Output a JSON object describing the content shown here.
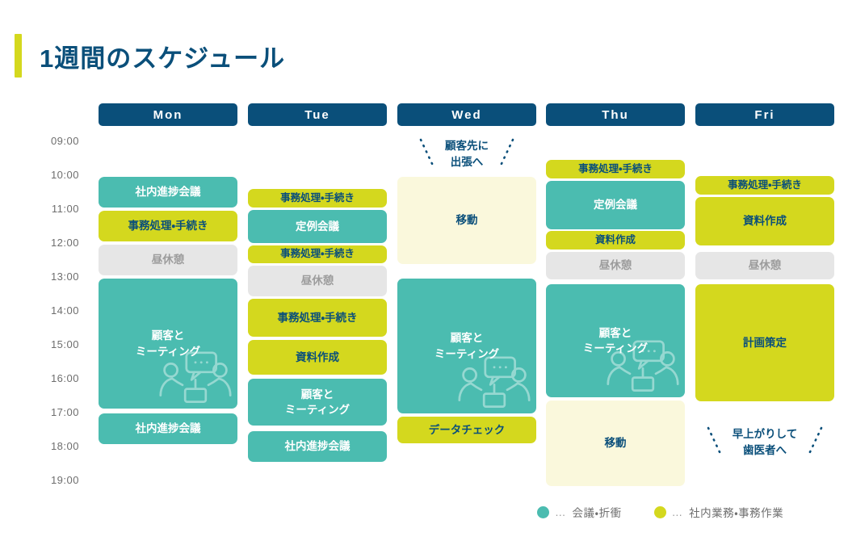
{
  "header": {
    "title": "1週間のスケジュール",
    "accent_color": "#D4D81E",
    "title_color": "#0A4F7A"
  },
  "palette": {
    "teal": "#4BBCB0",
    "lime": "#D4D81E",
    "grey": "#E6E6E6",
    "cream": "#FAF8DC",
    "navy": "#0A4F7A"
  },
  "days": [
    {
      "label": "Mon"
    },
    {
      "label": "Tue"
    },
    {
      "label": "Wed"
    },
    {
      "label": "Thu"
    },
    {
      "label": "Fri"
    }
  ],
  "time_axis": [
    "09:00",
    "10:00",
    "11:00",
    "12:00",
    "13:00",
    "14:00",
    "15:00",
    "16:00",
    "17:00",
    "18:00",
    "19:00"
  ],
  "schedule": {
    "mon": [
      {
        "label": "社内進捗会議",
        "category": "teal",
        "start": "10:00",
        "end": "11:00"
      },
      {
        "label": "事務処理・手続き",
        "category": "lime",
        "start": "11:00",
        "end": "12:00"
      },
      {
        "label": "昼休憩",
        "category": "grey",
        "start": "12:00",
        "end": "13:00"
      },
      {
        "label": "顧客と\nミーティング",
        "category": "teal",
        "start": "13:00",
        "end": "17:00",
        "art": "meeting"
      },
      {
        "label": "社内進捗会議",
        "category": "teal",
        "start": "17:00",
        "end": "18:00"
      }
    ],
    "tue": [
      {
        "label": "事務処理・手続き",
        "category": "lime",
        "start": "10:30",
        "end": "11:00"
      },
      {
        "label": "定例会議",
        "category": "teal",
        "start": "11:00",
        "end": "12:00"
      },
      {
        "label": "事務処理・手続き",
        "category": "lime",
        "start": "12:00",
        "end": "12:30"
      },
      {
        "label": "昼休憩",
        "category": "grey",
        "start": "12:30",
        "end": "13:30"
      },
      {
        "label": "事務処理・手続き",
        "category": "lime",
        "start": "13:45",
        "end": "15:00"
      },
      {
        "label": "資料作成",
        "category": "lime",
        "start": "15:00",
        "end": "16:00"
      },
      {
        "label": "顧客と\nミーティング",
        "category": "teal",
        "start": "16:00",
        "end": "17:30"
      },
      {
        "label": "社内進捗会議",
        "category": "teal",
        "start": "17:30",
        "end": "18:30"
      }
    ],
    "wed": [
      {
        "label": "移動",
        "category": "cream",
        "start": "09:30",
        "end": "13:00"
      },
      {
        "label": "顧客と\nミーティング",
        "category": "teal",
        "start": "13:00",
        "end": "17:30",
        "art": "meeting"
      },
      {
        "label": "データチェック",
        "category": "lime",
        "start": "17:30",
        "end": "18:15"
      }
    ],
    "thu": [
      {
        "label": "事務処理・手続き",
        "category": "lime",
        "start": "09:45",
        "end": "10:15"
      },
      {
        "label": "定例会議",
        "category": "teal",
        "start": "10:15",
        "end": "11:45"
      },
      {
        "label": "資料作成",
        "category": "lime",
        "start": "11:45",
        "end": "12:15"
      },
      {
        "label": "昼休憩",
        "category": "grey",
        "start": "12:15",
        "end": "13:15"
      },
      {
        "label": "顧客と\nミーティング",
        "category": "teal",
        "start": "13:15",
        "end": "17:00",
        "art": "meeting"
      },
      {
        "label": "移動",
        "category": "cream",
        "start": "17:00",
        "end": "19:15"
      }
    ],
    "fri": [
      {
        "label": "事務処理・手続き",
        "category": "lime",
        "start": "10:15",
        "end": "10:45"
      },
      {
        "label": "資料作成",
        "category": "lime",
        "start": "10:45",
        "end": "12:15"
      },
      {
        "label": "昼休憩",
        "category": "grey",
        "start": "12:15",
        "end": "13:15"
      },
      {
        "label": "計画策定",
        "category": "lime",
        "start": "13:15",
        "end": "17:15"
      }
    ]
  },
  "annotations": [
    {
      "id": "wed-trip",
      "text": "顧客先に\n出張へ"
    },
    {
      "id": "fri-dentist",
      "text": "早上がりして\n歯医者へ"
    }
  ],
  "legend": {
    "dots_glyph": "…",
    "items": [
      {
        "color_key": "teal",
        "label": "会議・折衝"
      },
      {
        "color_key": "lime",
        "label": "社内業務・事務作業"
      }
    ]
  }
}
